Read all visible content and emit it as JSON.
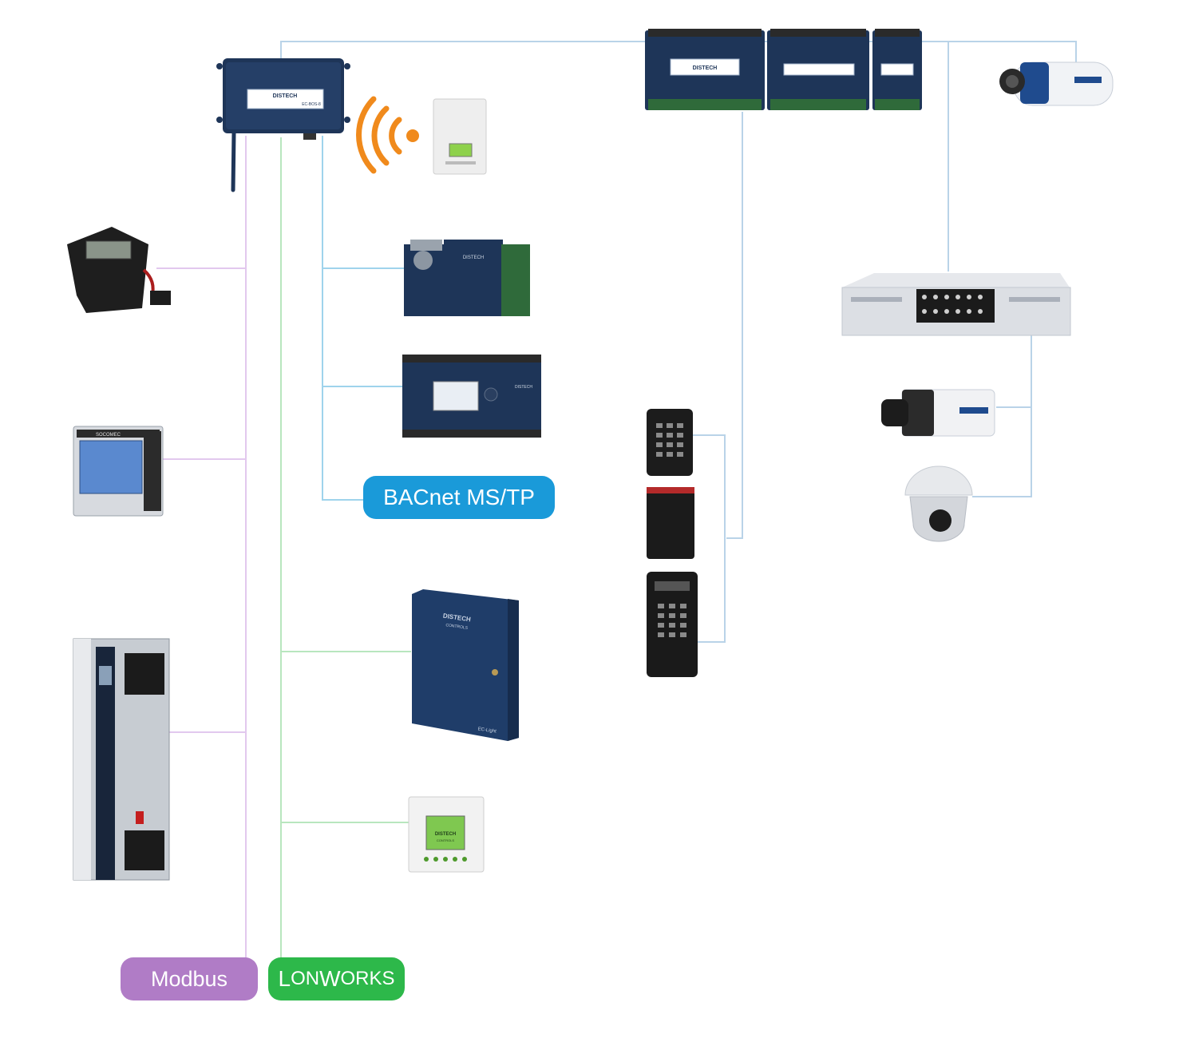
{
  "labels": {
    "bacnet": "BACnet MS/TP",
    "modbus": "Modbus",
    "lonworks_first": "L",
    "lonworks_mid1": "ON",
    "lonworks_second": "W",
    "lonworks_mid2": "ORKS"
  },
  "device_text": {
    "router_brand": "DISTECH",
    "router_model": "EC-BOS-8",
    "main_controller_brand": "DISTECH",
    "bacnet_controller_brand": "DISTECH",
    "touch_controller_brand": "DISTECH",
    "panel_brand": "DISTECH",
    "panel_brand_sub": "CONTROLS",
    "panel_model": "EC-Light",
    "lon_display_brand": "DISTECH",
    "lon_display_sub": "CONTROLS",
    "power_meter_brand": "SOCOMEC"
  },
  "colors": {
    "bacnet": "#1a9ad9",
    "modbus": "#b07cc6",
    "lonworks": "#2db84a",
    "ip_line": "#b9d3e8",
    "bacnet_line": "#9fd3ec",
    "modbus_line": "#e2c8ee",
    "lon_line": "#b8e6be",
    "device_navy": "#1e3558"
  }
}
